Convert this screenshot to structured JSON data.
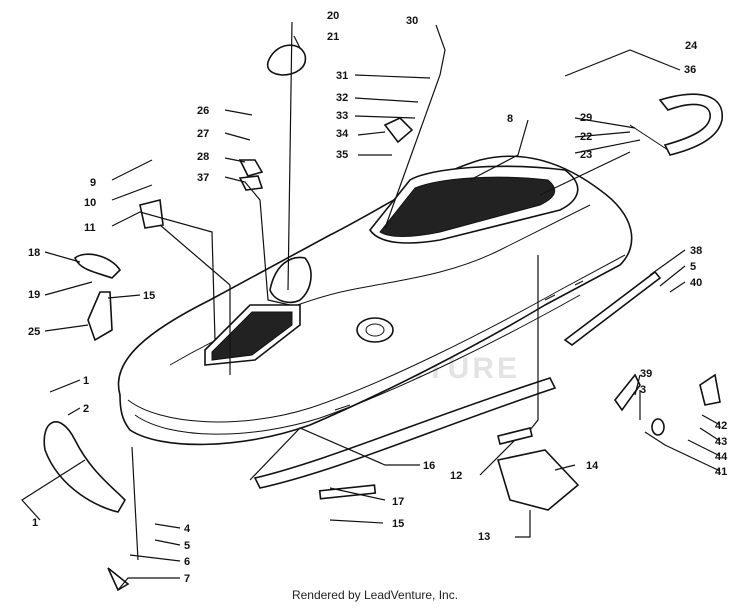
{
  "diagram": {
    "watermark": "LEADVENTURE",
    "footer": "Rendered by LeadVenture, Inc.",
    "callouts": [
      "20",
      "21",
      "30",
      "24",
      "36",
      "31",
      "32",
      "33",
      "34",
      "35",
      "26",
      "27",
      "28",
      "37",
      "8",
      "29",
      "22",
      "23",
      "9",
      "10",
      "11",
      "18",
      "19",
      "15",
      "25",
      "38",
      "5",
      "40",
      "1",
      "2",
      "39",
      "3",
      "42",
      "43",
      "44",
      "41",
      "12",
      "14",
      "16",
      "4",
      "5",
      "6",
      "7",
      "17",
      "15",
      "13",
      "1"
    ]
  }
}
